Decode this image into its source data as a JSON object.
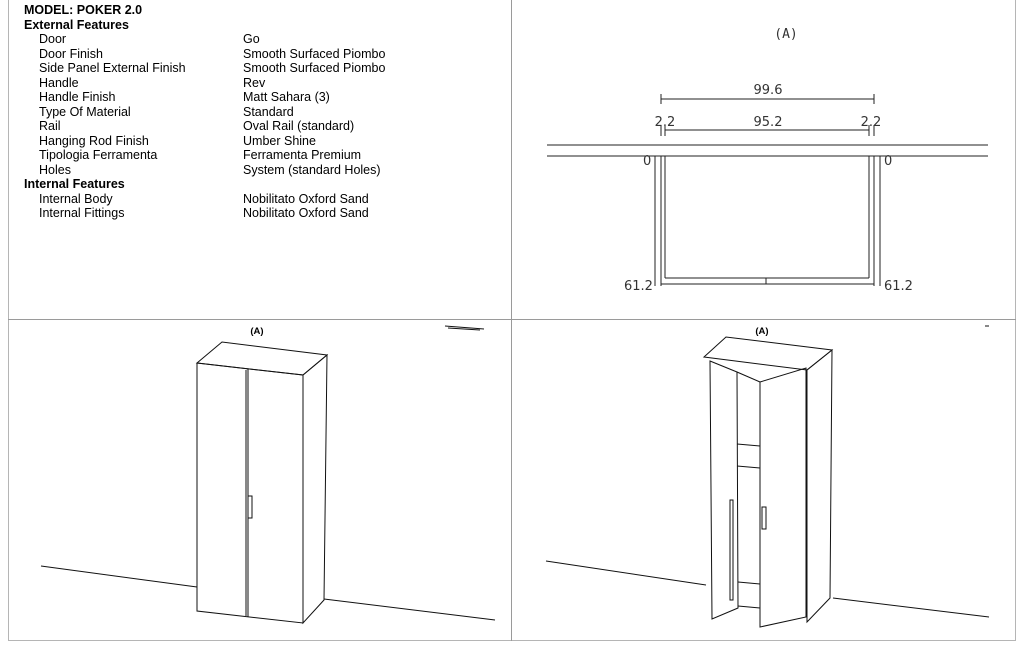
{
  "spec": {
    "model_title": "MODEL: POKER 2.0",
    "external_heading": "External Features",
    "external": [
      {
        "label": "Door",
        "value": "Go"
      },
      {
        "label": "Door Finish",
        "value": "Smooth Surfaced Piombo"
      },
      {
        "label": "Side Panel External Finish",
        "value": "Smooth Surfaced Piombo"
      },
      {
        "label": "Handle",
        "value": "Rev"
      },
      {
        "label": "Handle Finish",
        "value": "Matt Sahara (3)"
      },
      {
        "label": "Type Of Material",
        "value": "Standard"
      },
      {
        "label": "Rail",
        "value": "Oval Rail (standard)"
      },
      {
        "label": "Hanging Rod Finish",
        "value": "Umber Shine"
      },
      {
        "label": "Tipologia Ferramenta",
        "value": "Ferramenta Premium"
      },
      {
        "label": "Holes",
        "value": "System (standard Holes)"
      }
    ],
    "internal_heading": "Internal Features",
    "internal": [
      {
        "label": "Internal Body",
        "value": "Nobilitato Oxford Sand"
      },
      {
        "label": "Internal Fittings",
        "value": "Nobilitato Oxford Sand"
      }
    ]
  },
  "plan": {
    "view_label": "(A)",
    "overall_width": "99.6",
    "inner_width": "95.2",
    "left_panel": "2.2",
    "right_panel": "2.2",
    "left_offset": "0",
    "right_offset": "0",
    "left_depth": "61.2",
    "right_depth": "61.2"
  },
  "view_closed": {
    "view_label": "(A)"
  },
  "view_open": {
    "view_label": "(A)"
  }
}
